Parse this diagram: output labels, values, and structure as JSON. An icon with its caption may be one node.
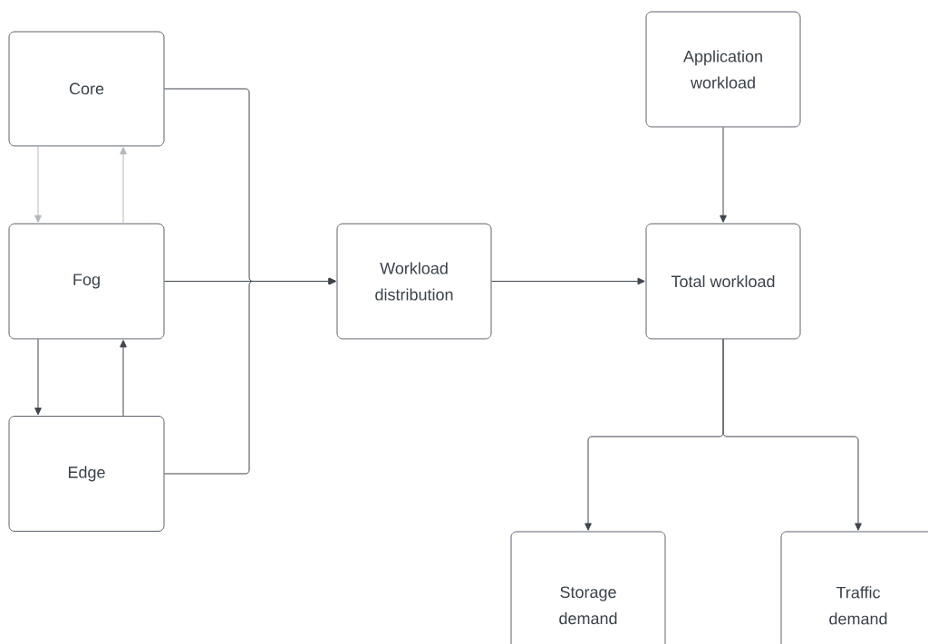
{
  "diagram": {
    "nodes": [
      {
        "text": [
          "Core"
        ]
      },
      {
        "text": [
          "Fog"
        ]
      },
      {
        "text": [
          "Edge"
        ]
      },
      {
        "text": [
          "Workload distribution"
        ]
      },
      {
        "text": [
          "Application workload"
        ]
      },
      {
        "text": [
          "Total workload"
        ]
      },
      {
        "text": [
          "Storage demand"
        ]
      },
      {
        "text": [
          "Traffic demand"
        ]
      }
    ],
    "edges": [
      {
        "from": 0,
        "to": 1,
        "arrow": "to",
        "color": "#b4b8be"
      },
      {
        "from": 1,
        "to": 0,
        "arrow": "to",
        "color": "#b4b8be"
      },
      {
        "from": 1,
        "to": 2,
        "arrow": "to"
      },
      {
        "from": 2,
        "to": 1,
        "arrow": "to"
      },
      {
        "from": 0,
        "to": 3,
        "arrow": "to"
      },
      {
        "from": 1,
        "to": 3,
        "arrow": "to"
      },
      {
        "from": 2,
        "to": 3,
        "arrow": "to"
      },
      {
        "from": 4,
        "to": 5,
        "arrow": "to"
      },
      {
        "from": 3,
        "to": 5,
        "arrow": "to"
      },
      {
        "from": 5,
        "to": 6,
        "arrow": "to"
      },
      {
        "from": 5,
        "to": 7,
        "arrow": "to"
      }
    ]
  }
}
